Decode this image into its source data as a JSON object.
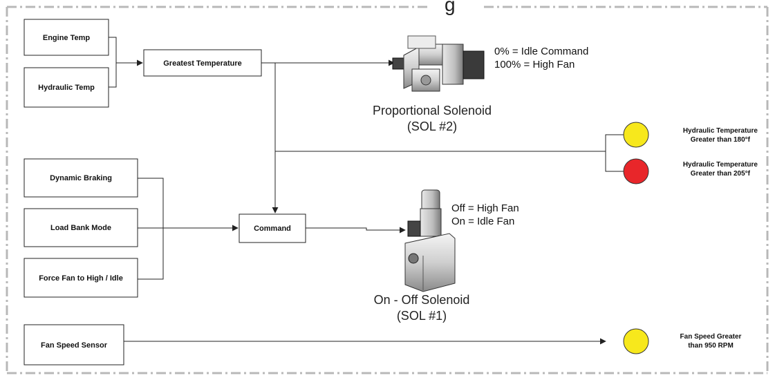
{
  "title_fragment": "g",
  "inputs": {
    "engine_temp": "Engine Temp",
    "hydraulic_temp": "Hydraulic Temp",
    "greatest_temperature": "Greatest Temperature",
    "dynamic_braking": "Dynamic Braking",
    "load_bank_mode": "Load Bank Mode",
    "force_fan": "Force Fan to High / Idle",
    "command": "Command",
    "fan_speed_sensor": "Fan Speed Sensor"
  },
  "proportional_solenoid": {
    "note_line1": "0% = Idle Command",
    "note_line2": "100% = High Fan",
    "caption_line1": "Proportional Solenoid",
    "caption_line2": "(SOL #2)"
  },
  "onoff_solenoid": {
    "note_line1": "Off = High Fan",
    "note_line2": "On = Idle Fan",
    "caption_line1": "On - Off Solenoid",
    "caption_line2": "(SOL #1)"
  },
  "indicators": [
    {
      "color": "#f7e81c",
      "line1": "Hydraulic Temperature",
      "line2": "Greater than 180°f"
    },
    {
      "color": "#e8262a",
      "line1": "Hydraulic Temperature",
      "line2": "Greater than 205°f"
    },
    {
      "color": "#f7e81c",
      "line1": "Fan Speed Greater",
      "line2": "than 950 RPM"
    }
  ],
  "colors": {
    "border_dash": "#b8b8b8",
    "line": "#222222",
    "yellow": "#f7e81c",
    "red": "#e8262a"
  }
}
